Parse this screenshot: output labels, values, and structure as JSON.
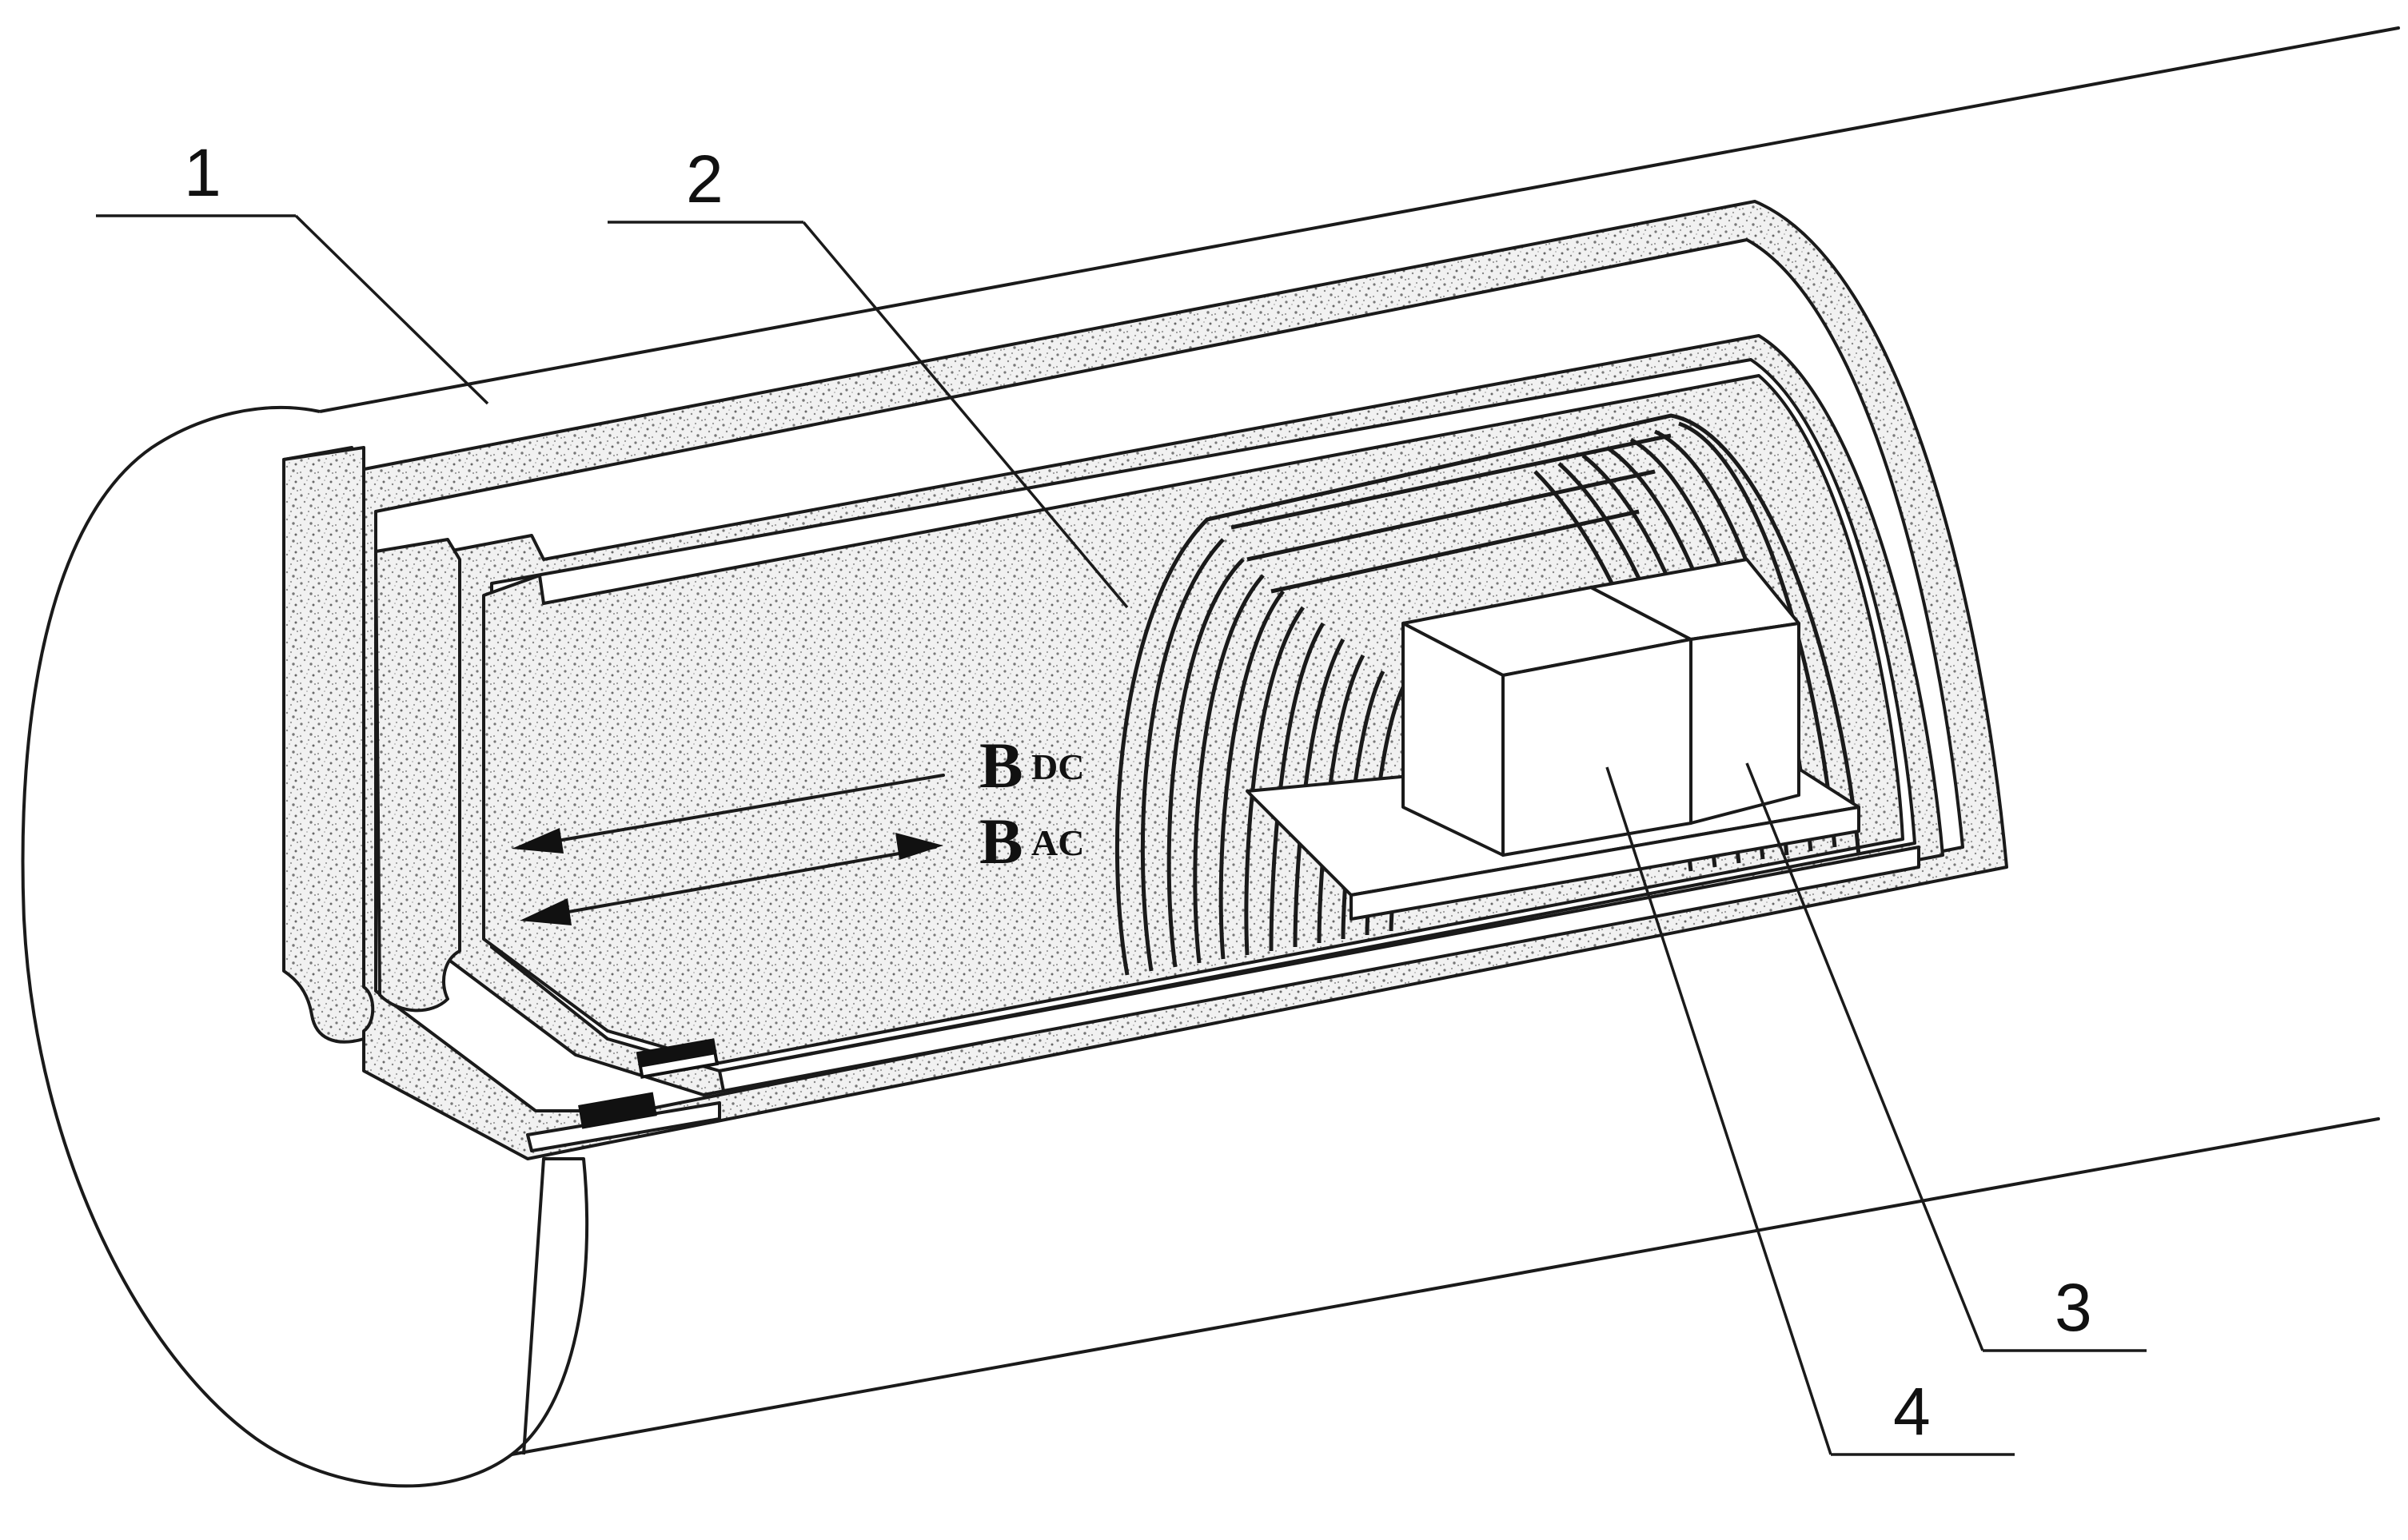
{
  "figure": {
    "labels": [
      {
        "id": "1",
        "text": "1"
      },
      {
        "id": "2",
        "text": "2"
      },
      {
        "id": "3",
        "text": "3"
      },
      {
        "id": "4",
        "text": "4"
      }
    ],
    "fields": {
      "dc": {
        "main": "B",
        "sub": "DC"
      },
      "ac": {
        "main": "B",
        "sub": "AC"
      }
    }
  }
}
